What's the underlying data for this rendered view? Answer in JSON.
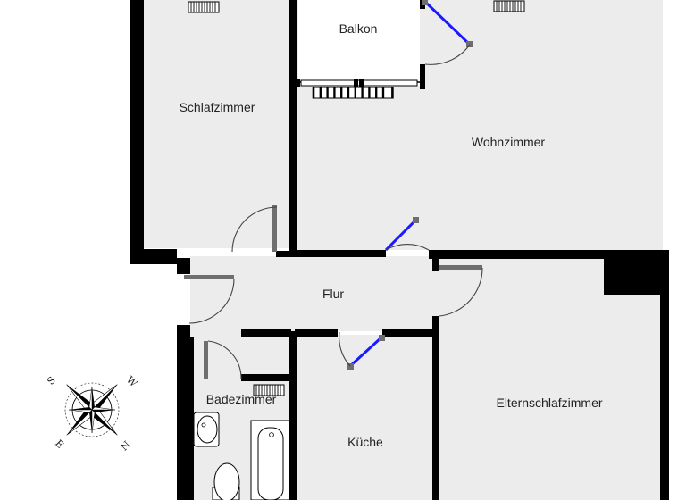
{
  "rooms": {
    "balcony": "Balkon",
    "bedroom": "Schlafzimmer",
    "living_room": "Wohnzimmer",
    "hallway": "Flur",
    "master_bedroom": "Elternschlafzimmer",
    "bathroom": "Badezimmer",
    "kitchen": "Küche"
  },
  "compass": {
    "north": "N",
    "south": "S",
    "east": "E",
    "west": "W"
  },
  "colors": {
    "floor": "#ececed",
    "wall": "#000000",
    "window": "#1a1aff",
    "balcony_floor": "#ffffff"
  },
  "icons": [
    "compass-rose-icon",
    "radiator-icon",
    "sink-icon",
    "toilet-icon",
    "bathtub-icon"
  ]
}
